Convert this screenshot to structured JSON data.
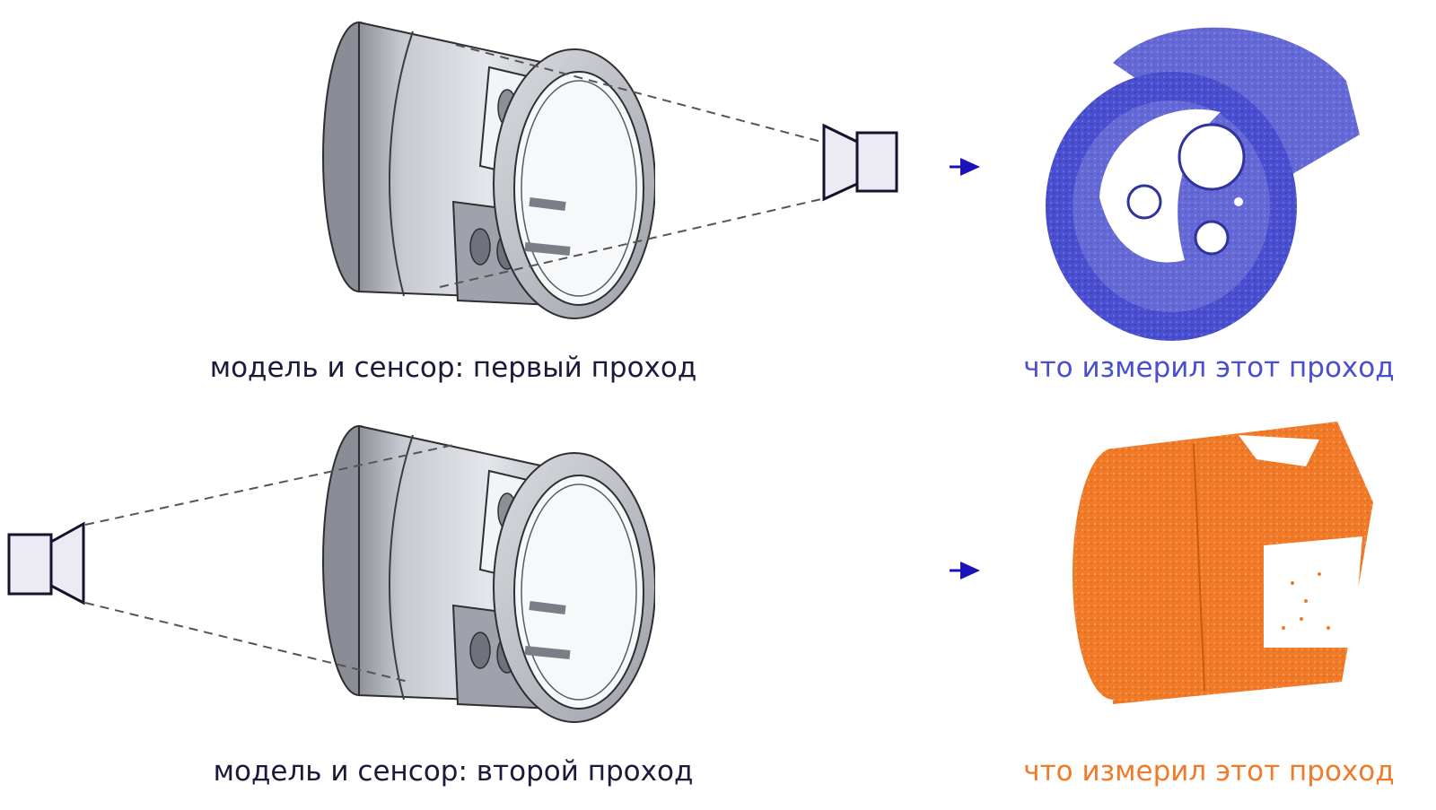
{
  "captions": {
    "row1_left": "модель и сенсор: первый проход",
    "row1_right": "что измерил этот проход",
    "row2_left": "модель и сенсор: второй проход",
    "row2_right": "что измерил этот проход"
  },
  "colors": {
    "text_dark": "#1a1a3a",
    "pass1_blue": "#4a4fcf",
    "pass2_orange": "#f07a28",
    "arrow": "#1a14b8",
    "sensor_fill": "#ecebf3",
    "sensor_stroke": "#15132e",
    "part_body": "#c9ccd3",
    "part_dark": "#7b7e86",
    "part_light": "#e6e8ed"
  },
  "icons": [
    "sensor-icon",
    "arrow-right-icon",
    "cylindrical-part",
    "point-cloud"
  ]
}
